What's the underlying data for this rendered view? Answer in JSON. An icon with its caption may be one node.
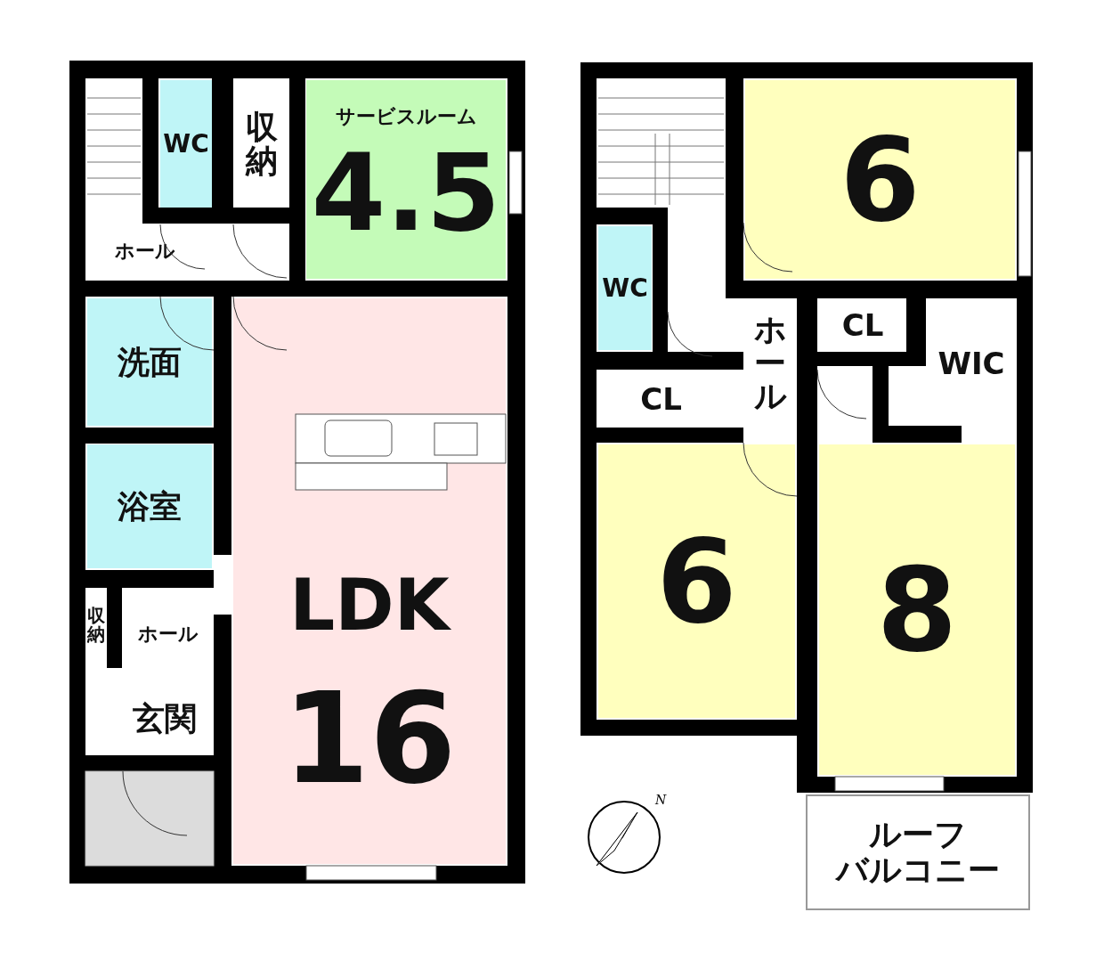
{
  "diagram": {
    "nodes": [
      {
        "text": [
          "WC"
        ]
      },
      {
        "text": [
          "収納"
        ]
      },
      {
        "text": [
          "サービスルーム",
          "4.5"
        ]
      },
      {
        "text": [
          "ホール"
        ]
      },
      {
        "text": [
          "洗面"
        ]
      },
      {
        "text": [
          "浴室"
        ]
      },
      {
        "text": [
          "LDK",
          "16"
        ]
      },
      {
        "text": [
          "収納"
        ]
      },
      {
        "text": [
          "ホール"
        ]
      },
      {
        "text": [
          "玄関"
        ]
      },
      {
        "text": [
          "WC"
        ]
      },
      {
        "text": [
          "6"
        ]
      },
      {
        "text": [
          "ホール"
        ]
      },
      {
        "text": [
          "CL"
        ]
      },
      {
        "text": [
          "WIC"
        ]
      },
      {
        "text": [
          "CL"
        ]
      },
      {
        "text": [
          "6"
        ]
      },
      {
        "text": [
          "8"
        ]
      },
      {
        "text": [
          "ルーフ",
          "バルコニー"
        ]
      }
    ],
    "labels": [
      "N"
    ]
  }
}
